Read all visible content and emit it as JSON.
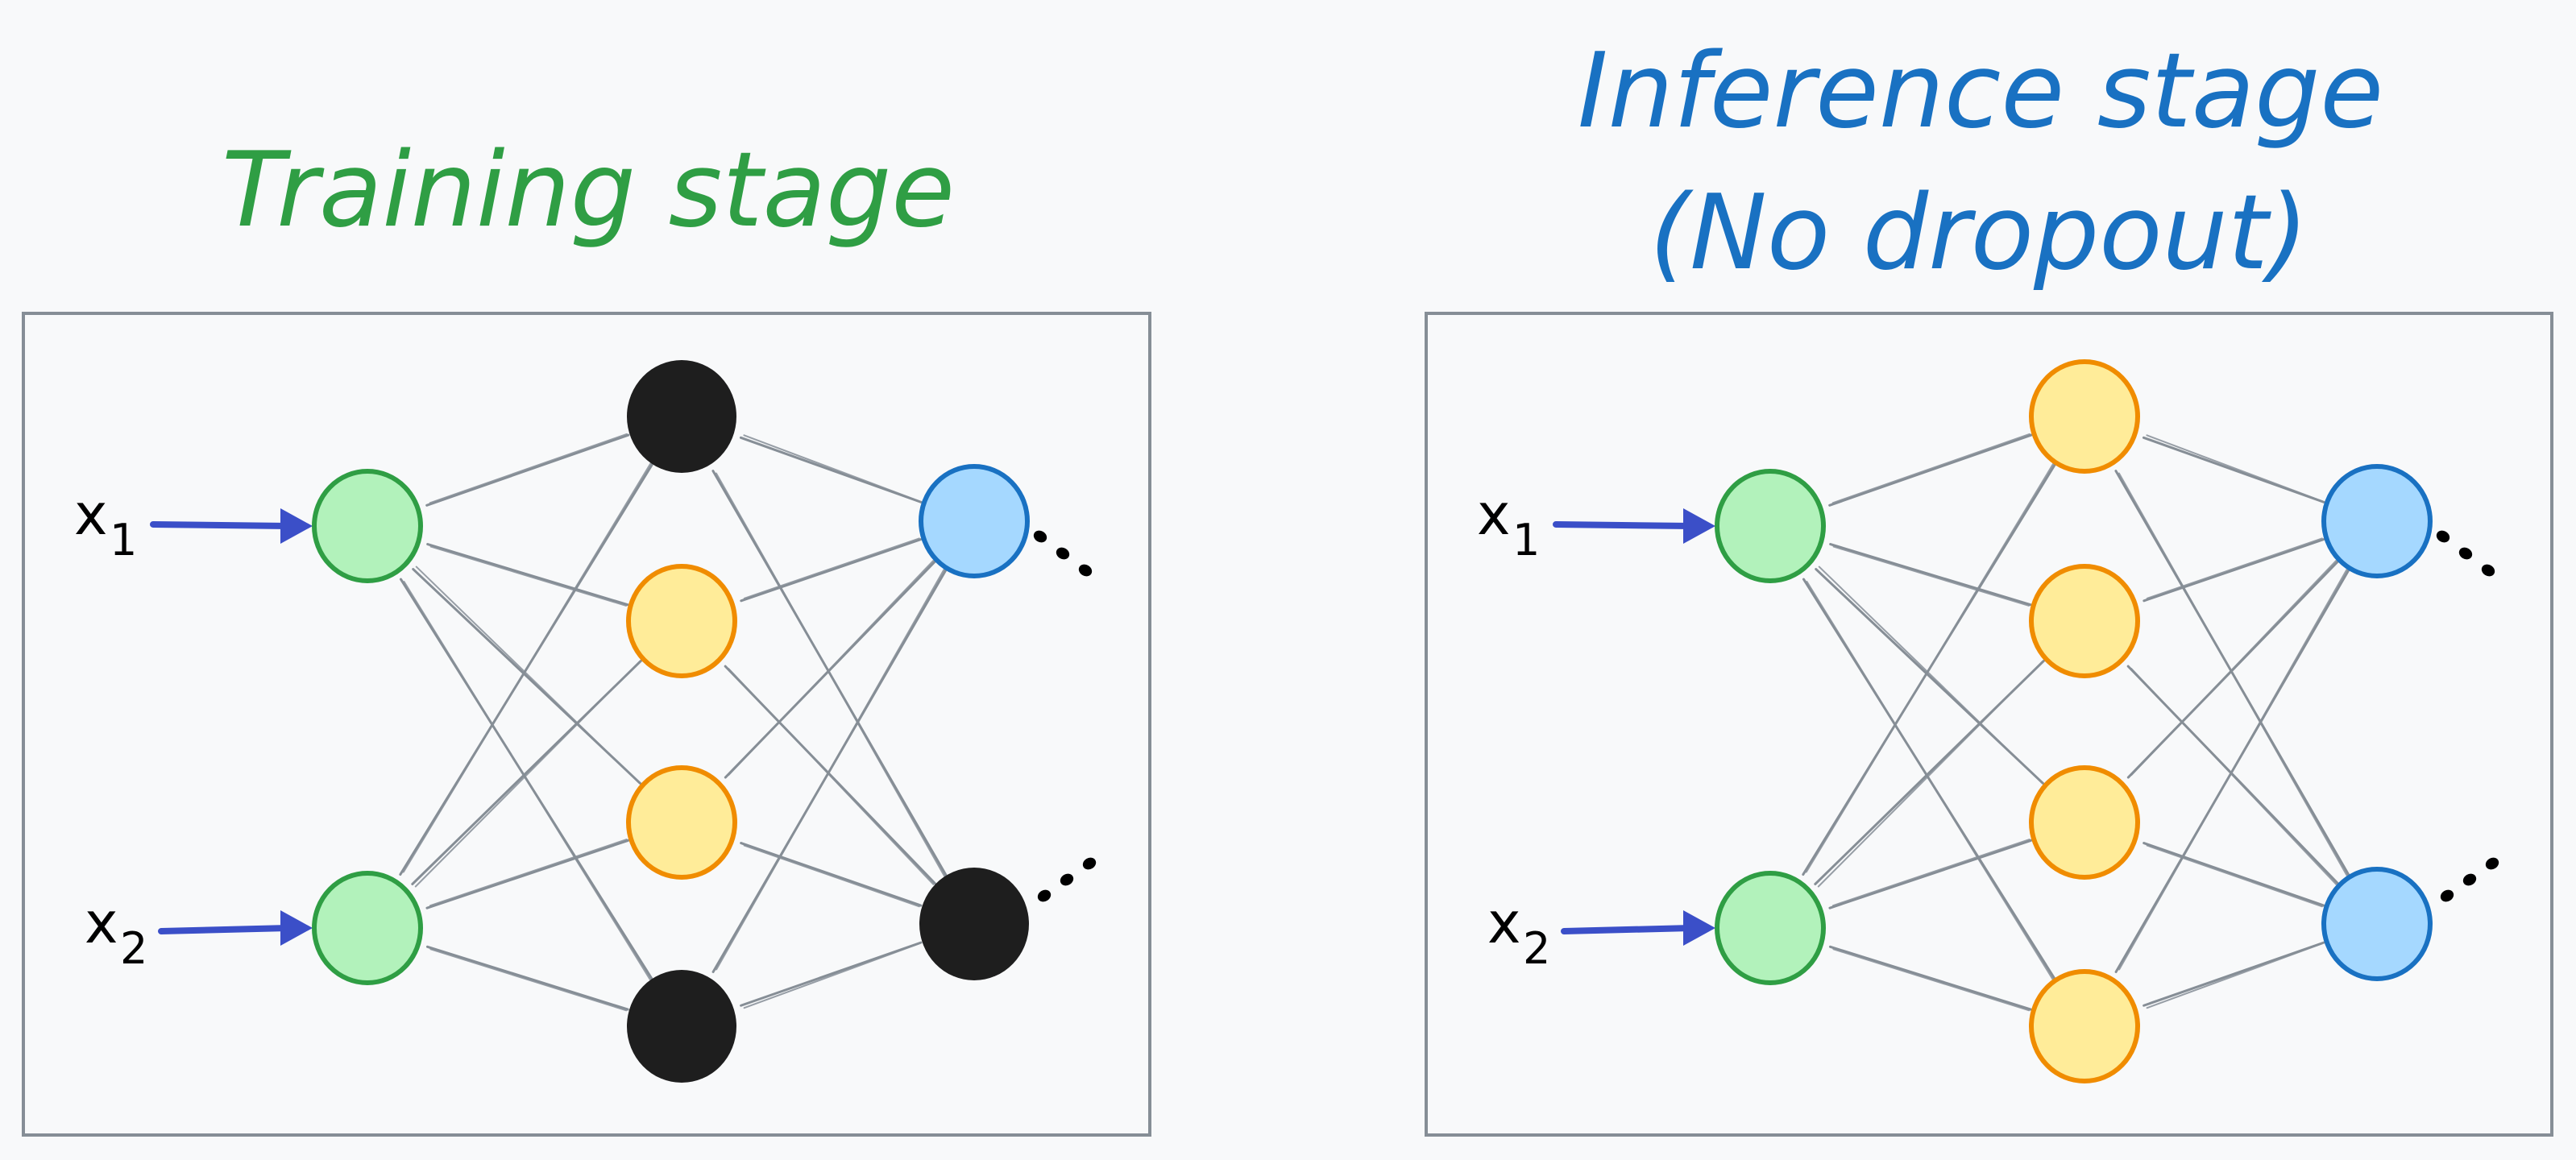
{
  "colors": {
    "background": "#f8f9fa",
    "edge": "#868e96",
    "frame": "#868e96",
    "arrow": "#3b4fc8",
    "input_fill": "#b2f2bb",
    "input_stroke": "#2f9e44",
    "hidden_fill": "#ffec99",
    "hidden_stroke": "#f08c00",
    "output_fill": "#a5d8ff",
    "output_stroke": "#1971c2",
    "dropped_fill": "#1e1e1e",
    "training_title": "#2f9e44",
    "inference_title": "#1971c2"
  },
  "panels": [
    {
      "id": "training",
      "title_lines": [
        "Training stage"
      ],
      "title_color_key": "training_title",
      "inputs": [
        {
          "label": "x",
          "subscript": "1"
        },
        {
          "label": "x",
          "subscript": "2"
        }
      ],
      "hidden": [
        {
          "state": "dropped"
        },
        {
          "state": "active"
        },
        {
          "state": "active"
        },
        {
          "state": "dropped"
        }
      ],
      "outputs": [
        {
          "state": "active",
          "continuation": "..."
        },
        {
          "state": "dropped",
          "continuation": "..."
        }
      ]
    },
    {
      "id": "inference",
      "title_lines": [
        "Inference stage",
        "(No dropout)"
      ],
      "title_color_key": "inference_title",
      "inputs": [
        {
          "label": "x",
          "subscript": "1"
        },
        {
          "label": "x",
          "subscript": "2"
        }
      ],
      "hidden": [
        {
          "state": "active"
        },
        {
          "state": "active"
        },
        {
          "state": "active"
        },
        {
          "state": "active"
        }
      ],
      "outputs": [
        {
          "state": "active",
          "continuation": "..."
        },
        {
          "state": "active",
          "continuation": "..."
        }
      ]
    }
  ]
}
